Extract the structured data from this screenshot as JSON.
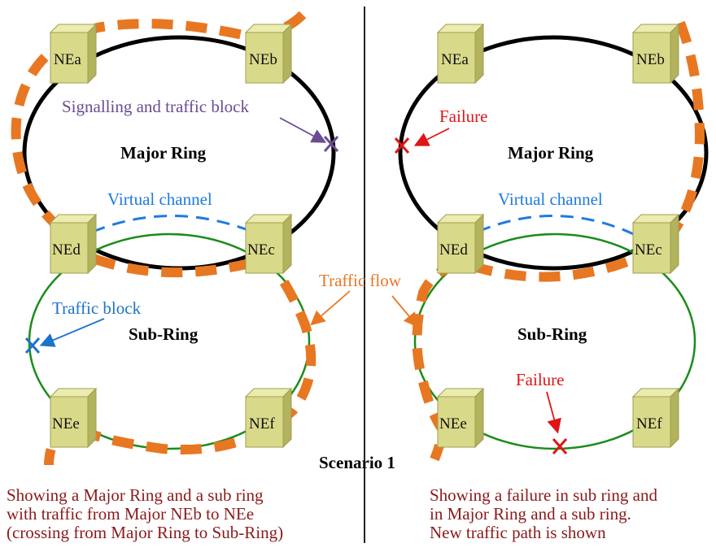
{
  "colors": {
    "major_ring": "#000000",
    "sub_ring": "#1a8c1a",
    "traffic": "#e87722",
    "virtual": "#1e7be0",
    "failure": "#e01515",
    "signal_block": "#6a4c93",
    "traffic_block": "#1e73c8",
    "caption": "#8b1a1a",
    "node_face": "#d9d98a",
    "node_side": "#b3b35e",
    "node_top": "#ececb0",
    "divider": "#222222"
  },
  "scenario_title": "Scenario 1",
  "left_panel": {
    "nodes": [
      "NEa",
      "NEb",
      "NEd",
      "NEc",
      "NEe",
      "NEf"
    ],
    "major_ring_label": "Major Ring",
    "sub_ring_label": "Sub-Ring",
    "virtual_channel_label": "Virtual channel",
    "signal_block_label": "Signalling and traffic block",
    "traffic_block_label": "Traffic block",
    "traffic_flow_label": "Traffic flow",
    "caption": "Showing a Major Ring and a sub ring\nwith traffic from Major NEb to NEe\n(crossing from Major Ring to Sub-Ring)"
  },
  "right_panel": {
    "nodes": [
      "NEa",
      "NEb",
      "NEd",
      "NEc",
      "NEe",
      "NEf"
    ],
    "major_ring_label": "Major Ring",
    "sub_ring_label": "Sub-Ring",
    "virtual_channel_label": "Virtual channel",
    "failure_major_label": "Failure",
    "failure_sub_label": "Failure",
    "caption": "Showing a failure in sub ring and\nin Major Ring and a sub ring.\nNew traffic path is shown"
  }
}
